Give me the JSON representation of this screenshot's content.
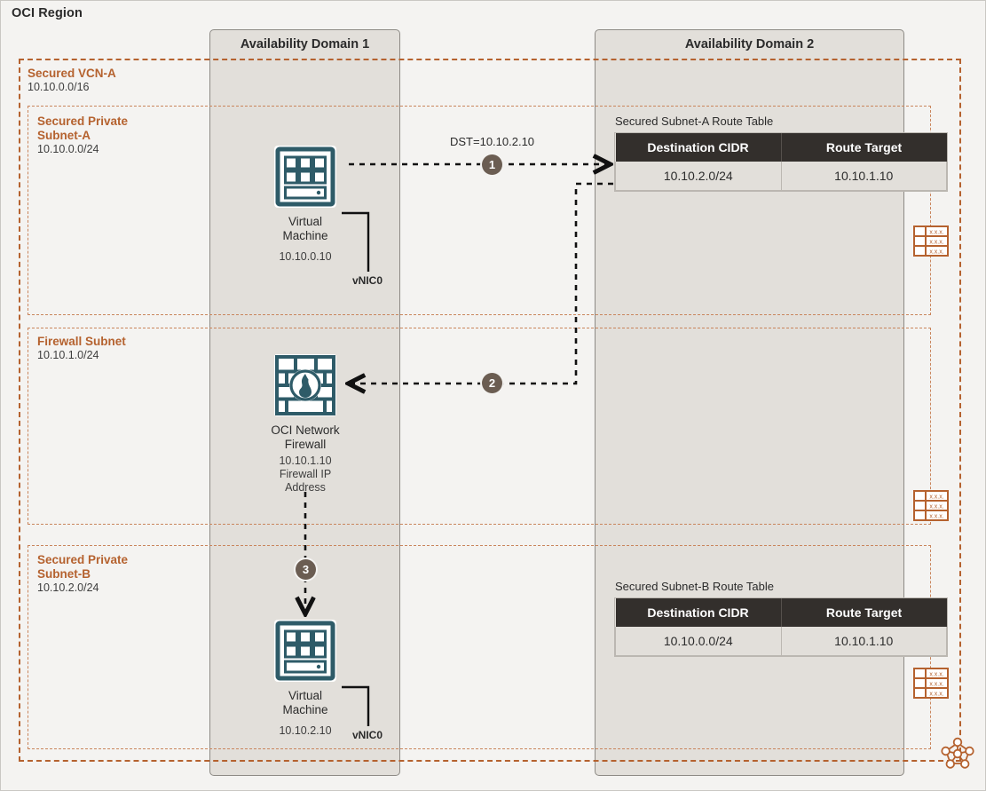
{
  "region": {
    "title": "OCI Region"
  },
  "availability_domains": [
    {
      "name": "ad-1",
      "label": "Availability Domain 1"
    },
    {
      "name": "ad-2",
      "label": "Availability Domain 2"
    }
  ],
  "containers": {
    "vcn": {
      "name": "Secured VCN-A",
      "cidr": "10.10.0.0/16"
    },
    "subnet_a": {
      "name": "Secured Private\nSubnet-A",
      "cidr": "10.10.0.0/24"
    },
    "subnet_fw": {
      "name": "Firewall Subnet",
      "cidr": "10.10.1.0/24"
    },
    "subnet_b": {
      "name": "Secured Private\nSubnet-B",
      "cidr": "10.10.2.0/24"
    }
  },
  "nodes": {
    "vm_a": {
      "icon": "virtual-machine-icon",
      "caption": "Virtual\nMachine",
      "ip": "10.10.0.10",
      "vnic": "vNIC0"
    },
    "firewall": {
      "icon": "network-firewall-icon",
      "caption": "OCI Network\nFirewall",
      "ip": "10.10.1.10\nFirewall IP\nAddress"
    },
    "vm_b": {
      "icon": "virtual-machine-icon",
      "caption": "Virtual\nMachine",
      "ip": "10.10.2.10",
      "vnic": "vNIC0"
    }
  },
  "route_tables": [
    {
      "name": "route-table-subnet-a",
      "title": "Secured Subnet-A Route Table",
      "headers": [
        "Destination CIDR",
        "Route Target"
      ],
      "rows": [
        [
          "10.10.2.0/24",
          "10.10.1.10"
        ]
      ]
    },
    {
      "name": "route-table-subnet-b",
      "title": "Secured Subnet-B Route Table",
      "headers": [
        "Destination CIDR",
        "Route Target"
      ],
      "rows": [
        [
          "10.10.0.0/24",
          "10.10.1.10"
        ]
      ]
    }
  ],
  "flow": {
    "dst_label": "DST=10.10.2.10",
    "steps": [
      "1",
      "2",
      "3"
    ]
  },
  "side_icons": [
    {
      "name": "route-table-glyph-1",
      "cells": [
        "x.x.x.",
        "x.x.x.",
        "x.x.x."
      ]
    },
    {
      "name": "route-table-glyph-2",
      "cells": [
        "x.x.x.",
        "x.x.x.",
        "x.x.x."
      ]
    },
    {
      "name": "route-table-glyph-3",
      "cells": [
        "x.x.x.",
        "x.x.x.",
        "x.x.x."
      ]
    }
  ],
  "logo": {
    "name": "oci-network-star-logo"
  },
  "colors": {
    "accent_orange": "#b5622f",
    "subnet_orange": "#c9855c",
    "icon_teal": "#2e5b68",
    "step_badge": "#6b5d52",
    "table_header": "#332f2c",
    "ad_fill": "#e2dfda",
    "page_bg": "#f4f3f1"
  }
}
